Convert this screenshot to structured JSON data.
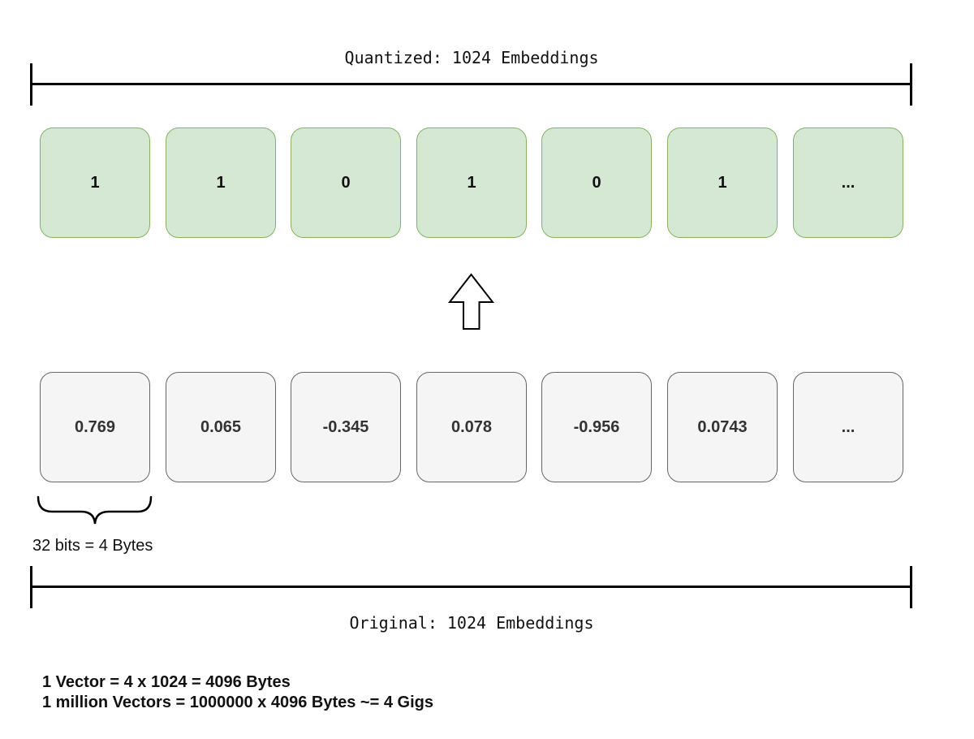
{
  "quantized": {
    "label": "Quantized: 1024 Embeddings",
    "values": [
      "1",
      "1",
      "0",
      "1",
      "0",
      "1",
      "..."
    ],
    "fill_color": "#d5e8d4",
    "border_color": "#82b366"
  },
  "original": {
    "label": "Original: 1024 Embeddings",
    "values": [
      "0.769",
      "0.065",
      "-0.345",
      "0.078",
      "-0.956",
      "0.0743",
      "..."
    ],
    "fill_color": "#f5f5f5",
    "border_color": "#666666"
  },
  "brace_label": "32 bits = 4 Bytes",
  "arrow": {
    "direction": "up",
    "icon": "up-arrow-icon"
  },
  "notes": [
    "1 Vector = 4 x 1024 = 4096 Bytes",
    "1 million Vectors = 1000000 x 4096 Bytes ~= 4 Gigs"
  ]
}
